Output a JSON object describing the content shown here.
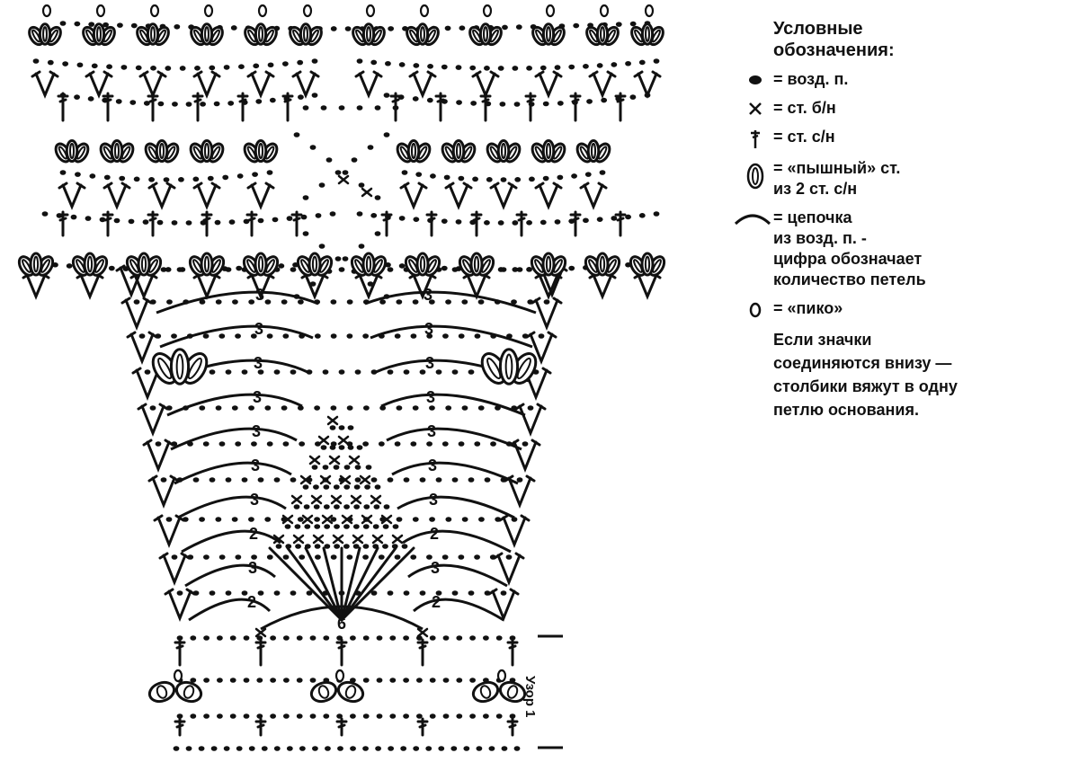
{
  "legend": {
    "title_line1": "Условные",
    "title_line2": "обозначения:",
    "items": [
      {
        "icon": "chain-dot-icon",
        "text": "= возд. п."
      },
      {
        "icon": "single-crochet-x-icon",
        "text": "= ст. б/н"
      },
      {
        "icon": "double-crochet-icon",
        "text": "= ст. с/н"
      },
      {
        "icon": "puff-stitch-icon",
        "text": "= «пышный» ст.",
        "text2": "из 2 ст. с/н"
      },
      {
        "icon": "chain-arc-icon",
        "text": "= цепочка",
        "text2": "из возд. п. -",
        "text3": "цифра обозначает",
        "text4": "количество петель"
      },
      {
        "icon": "picot-icon",
        "text": "= «пико»"
      }
    ],
    "note": [
      "Если значки",
      "соединяются внизу —",
      "столбики вяжут в одну",
      "петлю основания."
    ]
  },
  "pattern_label": "Узор 1",
  "arc_numbers": {
    "left": [
      "3",
      "3",
      "3",
      "3",
      "3",
      "3",
      "3",
      "2",
      "3",
      "2"
    ],
    "right": [
      "3",
      "3",
      "3",
      "3",
      "3",
      "3",
      "3",
      "2",
      "3",
      "2"
    ],
    "center": "6"
  },
  "colors": {
    "ink": "#111111",
    "background": "#ffffff"
  }
}
